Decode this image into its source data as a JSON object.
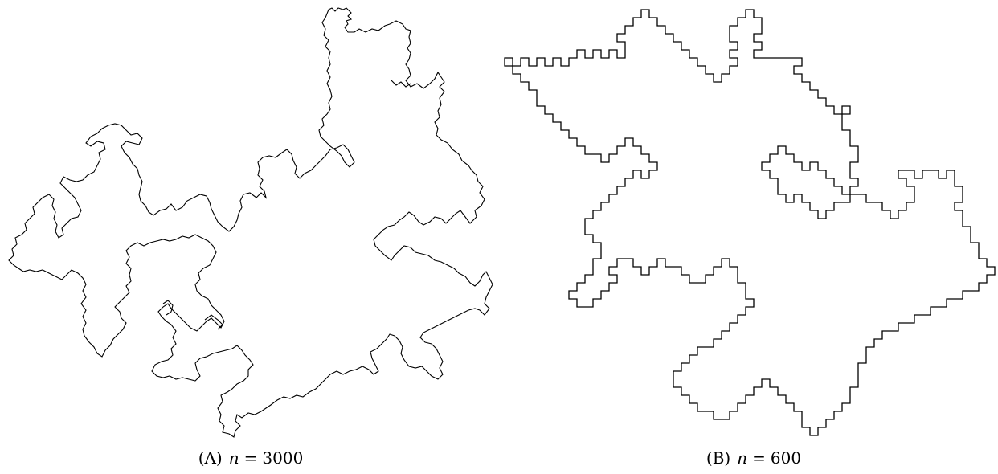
{
  "figures": [
    {
      "label": "(A)",
      "variable": "n",
      "equals": "=",
      "value": "3000"
    },
    {
      "label": "(B)",
      "variable": "n",
      "equals": "=",
      "value": "600"
    }
  ],
  "colors": {
    "stroke": "#000000",
    "background": "#ffffff"
  }
}
